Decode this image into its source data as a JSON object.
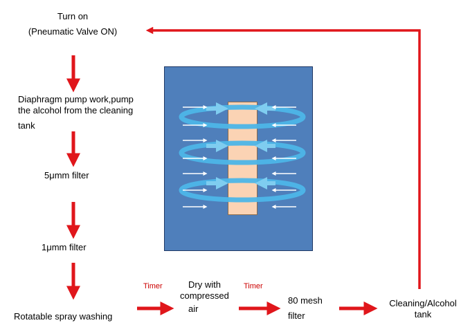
{
  "steps": {
    "turn_on_line1": "Turn on",
    "turn_on_line2": "(Pneumatic Valve ON)",
    "pump_line1": "Diaphragm pump work,pump",
    "pump_line2": "the alcohol from the cleaning",
    "pump_line3": "tank",
    "filter_5": "5μmm filter",
    "filter_1": "1μmm filter",
    "spray": "Rotatable spray washing",
    "dry_line1": "Dry with",
    "dry_line2": "compressed",
    "dry_line3": "air",
    "mesh_line1": "80 mesh",
    "mesh_line2": "filter",
    "tank_line1": "Cleaning/Alcohol",
    "tank_line2": "tank"
  },
  "timers": {
    "timer1": "Timer",
    "timer2": "Timer"
  },
  "colors": {
    "arrow": "#e0161b",
    "panel": "#4f7fbb",
    "core": "#fbd3b4",
    "swirl": "#4db6e8",
    "timer_text": "#cc0000"
  }
}
